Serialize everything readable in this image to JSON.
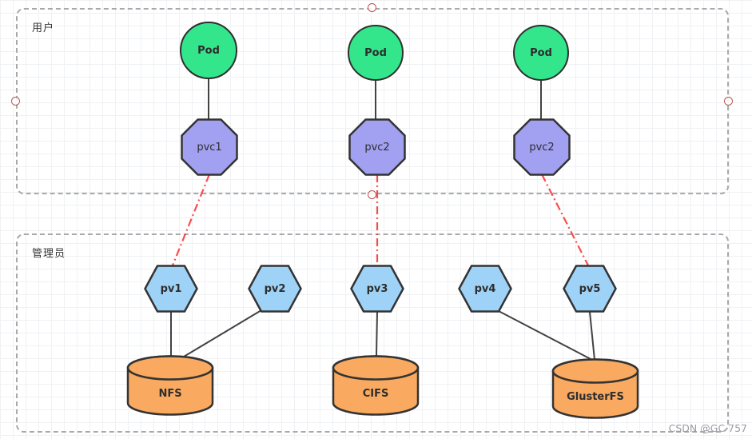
{
  "diagram": {
    "title_hint": "Kubernetes PV/PVC storage diagram",
    "containers": [
      {
        "label": "用户"
      },
      {
        "label": "管理员"
      }
    ],
    "pods": [
      {
        "label": "Pod"
      },
      {
        "label": "Pod"
      },
      {
        "label": "Pod"
      }
    ],
    "pvcs": [
      {
        "label": "pvc1"
      },
      {
        "label": "pvc2"
      },
      {
        "label": "pvc2"
      }
    ],
    "pvs": [
      {
        "label": "pv1"
      },
      {
        "label": "pv2"
      },
      {
        "label": "pv3"
      },
      {
        "label": "pv4"
      },
      {
        "label": "pv5"
      }
    ],
    "storage": [
      {
        "label": "NFS"
      },
      {
        "label": "CIFS"
      },
      {
        "label": "GlusterFS"
      }
    ],
    "edges": {
      "pod_to_pvc": [
        "Pod1-pvc1",
        "Pod2-pvc2",
        "Pod3-pvc2"
      ],
      "pvc_to_pv_dashed_red": [
        "pvc1-pv1",
        "pvc2-pv3",
        "pvc2-pv5"
      ],
      "pv_to_storage": [
        "pv1-NFS",
        "pv2-NFS",
        "pv3-CIFS",
        "pv4-GlusterFS",
        "pv5-GlusterFS"
      ]
    }
  },
  "colors": {
    "pod_fill": "#33e68c",
    "pvc_fill": "#a2a0f0",
    "pv_fill": "#9fd2f7",
    "storage_fill": "#f9aa60",
    "shape_border": "#333333",
    "container_border": "#a9a9a9",
    "link_dark": "#424242",
    "link_red": "#fb3a3a",
    "handle_ring": "#b85450",
    "grid_line": "#f0f1f4"
  },
  "watermark": "CSDN @GC 757"
}
